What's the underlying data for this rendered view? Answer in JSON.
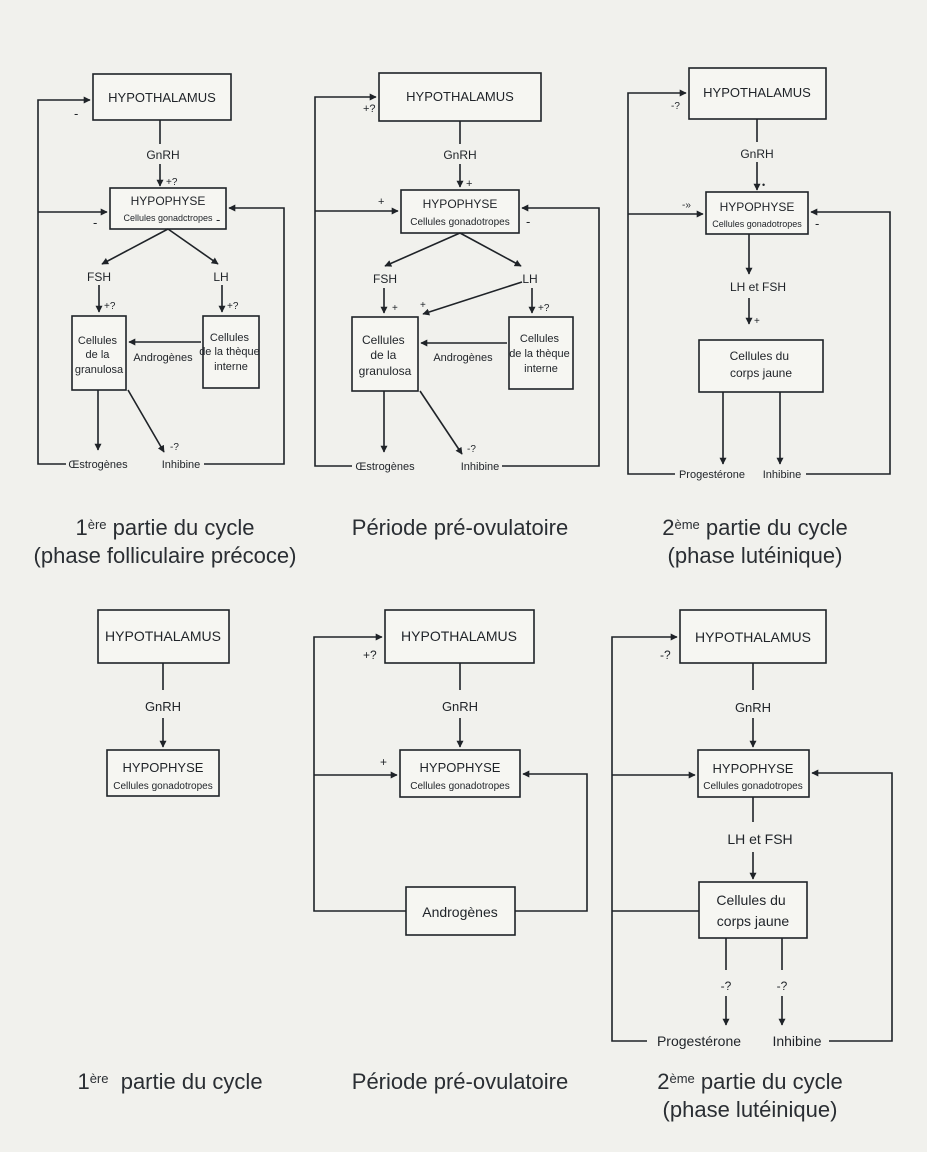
{
  "colors": {
    "background": "#f1f1ed",
    "ink": "#1f2328",
    "box_fill": "#f6f6f2"
  },
  "panels": {
    "p1": {
      "hypothalamus": "HYPOTHALAMUS",
      "gnrh": "GnRH",
      "gnrh_sign": "+?",
      "hypophyse": "HYPOPHYSE",
      "hypophyse_sub": "Cellules gonadctropes",
      "hypo_fb_sign": "-",
      "hyp_left_sign": "-",
      "hyp_right_sign": "-",
      "fsh": "FSH",
      "fsh_sign": "+?",
      "lh": "LH",
      "lh_sign": "+?",
      "granulosa": [
        "Cellules",
        "de la",
        "granulosa"
      ],
      "theque": [
        "Cellules",
        "de la thèque",
        "interne"
      ],
      "androgenes": "Androgènes",
      "oestrogenes": "Œstrogènes",
      "inhibine": "Inhibine",
      "inhibine_sign": "-?",
      "caption": {
        "num": "1",
        "sup": "ère",
        "rest": " partie du cycle",
        "line2": "(phase folliculaire précoce)"
      }
    },
    "p2": {
      "hypothalamus": "HYPOTHALAMUS",
      "hypo_fb_sign": "+?",
      "gnrh": "GnRH",
      "gnrh_sign": "+",
      "hypophyse": "HYPOPHYSE",
      "hypophyse_sub": "Cellules gonadotropes",
      "hyp_left_sign": "+",
      "hyp_right_sign": "-",
      "fsh": "FSH",
      "fsh_sign": "+",
      "lh": "LH",
      "lh_sign": "+?",
      "lh_gran_sign": "+",
      "granulosa": [
        "Cellules",
        "de la",
        "granulosa"
      ],
      "theque": [
        "Cellules",
        "de la thèque",
        "interne"
      ],
      "androgenes": "Androgènes",
      "oestrogenes": "Œstrogènes",
      "inhibine": "Inhibine",
      "inhibine_sign": "-?",
      "caption": "Période pré-ovulatoire"
    },
    "p3": {
      "hypothalamus": "HYPOTHALAMUS",
      "hypo_fb_sign": "-?",
      "gnrh": "GnRH",
      "gnrh_sign": "•",
      "hypophyse": "HYPOPHYSE",
      "hypophyse_sub": "Cellules gonadotropes",
      "hyp_left_sign": "-»",
      "hyp_right_sign": "-",
      "lh_fsh": "LH et FSH",
      "lh_fsh_sign": "+",
      "corps_jaune": [
        "Cellules du",
        "corps jaune"
      ],
      "progesterone": "Progestérone",
      "inhibine": "Inhibine",
      "caption": {
        "num": "2",
        "sup": "ème",
        "rest": " partie du cycle",
        "line2": "(phase lutéinique)"
      }
    },
    "p4": {
      "hypothalamus": "HYPOTHALAMUS",
      "gnrh": "GnRH",
      "hypophyse": "HYPOPHYSE",
      "hypophyse_sub": "Cellules gonadotropes",
      "caption": {
        "num": "1",
        "sup": "ère",
        "rest": "  partie du cycle"
      }
    },
    "p5": {
      "hypothalamus": "HYPOTHALAMUS",
      "hypo_fb_sign": "+?",
      "gnrh": "GnRH",
      "hypophyse": "HYPOPHYSE",
      "hypophyse_sub": "Cellules gonadotropes",
      "hyp_left_sign": "+",
      "androgenes": "Androgènes",
      "caption": "Période pré-ovulatoire"
    },
    "p6": {
      "hypothalamus": "HYPOTHALAMUS",
      "hypo_fb_sign": "-?",
      "gnrh": "GnRH",
      "hypophyse": "HYPOPHYSE",
      "hypophyse_sub": "Cellules gonadotropes",
      "lh_fsh": "LH et FSH",
      "corps_jaune": [
        "Cellules du",
        "corps jaune"
      ],
      "prog_sign": "-?",
      "inh_sign": "-?",
      "progesterone": "Progestérone",
      "inhibine": "Inhibine",
      "caption": {
        "num": "2",
        "sup": "ème",
        "rest": " partie du cycle",
        "line2": "(phase lutéinique)"
      }
    }
  }
}
